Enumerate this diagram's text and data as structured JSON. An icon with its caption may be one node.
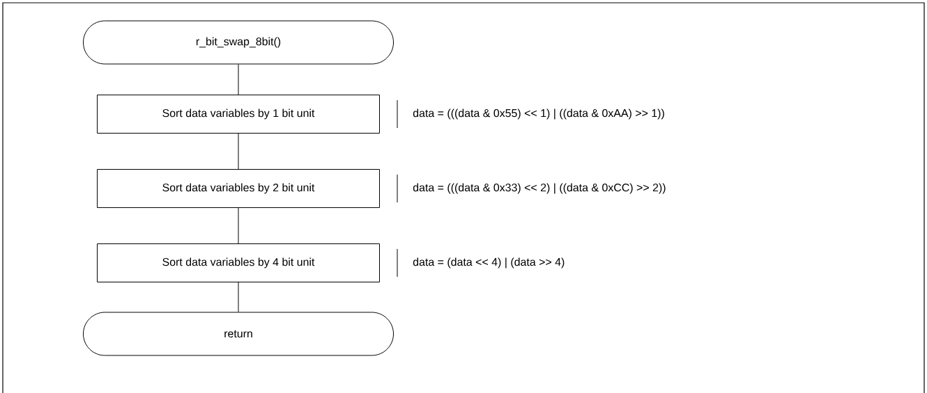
{
  "diagram": {
    "nodes": [
      {
        "text": [
          "r_bit_swap_8bit()"
        ]
      },
      {
        "text": [
          "Sort data variables by 1 bit unit"
        ],
        "beside": [
          "data = (((data & 0x55) << 1) | ((data & 0xAA) >> 1))"
        ]
      },
      {
        "text": [
          "Sort data variables by 2 bit unit"
        ],
        "beside": [
          "data = (((data & 0x33) << 2) | ((data & 0xCC) >> 2))"
        ]
      },
      {
        "text": [
          "Sort data variables by 4 bit unit"
        ],
        "beside": [
          "data = (data << 4) | (data >> 4)"
        ]
      },
      {
        "text": [
          "return"
        ]
      }
    ],
    "edges": [
      {
        "from": 0,
        "to": 1,
        "arrow": "none"
      },
      {
        "from": 1,
        "to": 2,
        "arrow": "none"
      },
      {
        "from": 2,
        "to": 3,
        "arrow": "none"
      },
      {
        "from": 3,
        "to": 4,
        "arrow": "none"
      }
    ]
  }
}
